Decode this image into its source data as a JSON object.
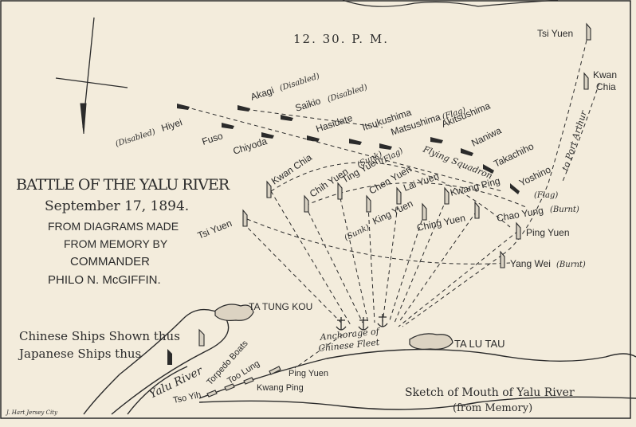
{
  "time": "12. 30. P. M.",
  "title": {
    "main": "BATTLE OF THE YALU RIVER",
    "date": "September 17, 1894.",
    "line1": "FROM DIAGRAMS MADE",
    "line2": "FROM MEMORY BY",
    "line3": "COMMANDER",
    "line4": "PHILO N. McGIFFIN."
  },
  "legend": {
    "chinese": "Chinese Ships Shown thus",
    "japanese": "Japanese Ships thus"
  },
  "colors": {
    "paper": "#f3ecdc",
    "ink": "#2b2b2b",
    "chinese_fill": "#d9d2c3"
  },
  "japanese_ships": {
    "hiyei": "Hiyei",
    "hiyei_note": "(Disabled)",
    "akagi": "Akagi",
    "akagi_note": "(Disabled)",
    "saikio": "Saikio",
    "saikio_note": "(Disabled)",
    "fuso": "Fuso",
    "chiyoda": "Chiyoda",
    "hasidate": "Hasidate",
    "itsukushima": "Itsukushima",
    "matsushima": "Matsushima",
    "matsushima_note": "(Flag)",
    "akitsushima": "Akitsushima",
    "flying_squadron": "Flying Squadron",
    "naniwa": "Naniwa",
    "takachiho": "Takachiho",
    "yoshino": "Yoshino",
    "yoshino_note": "(Flag)"
  },
  "chinese_ships": {
    "tsi_yuen_top": "Tsi Yuen",
    "kwan_chia_top_1": "Kwan",
    "kwan_chia_top_2": "Chia",
    "to_port_arthur": "to Port Arthur",
    "kwan_chia": "Kwan Chia",
    "chih_yuen": "Chih Yuen",
    "chih_yuen_note": "(Sunk)",
    "ting_yuen": "Ting Yuen",
    "ting_yuen_note": "(Flag)",
    "chen_yuen": "Chen Yuen",
    "lai_yuen": "Lai Yuen",
    "kwang_ping": "Kwang Ping",
    "tsi_yuen": "Tsi Yuen",
    "king_yuen_note": "(Sunk)",
    "king_yuen": "King Yuen",
    "ching_yuen": "Ching Yuen",
    "chao_yung": "Chao Yung",
    "chao_yung_note": "(Burnt)",
    "ping_yuen": "Ping Yuen",
    "yang_wei": "Yang Wei",
    "yang_wei_note": "(Burnt)"
  },
  "places": {
    "ta_tung_kou": "TA TUNG KOU",
    "ta_lu_tau": "TA LU TAU",
    "anchorage_1": "Anchorage of",
    "anchorage_2": "Chinese Fleet",
    "yalu_river": "Yalu River",
    "torpedo_boats": "Torpedo Boats",
    "too_lung": "Too Lung",
    "ping_yuen_boat": "Ping Yuen",
    "tso_yih": "Tso Yih",
    "kwang_ping_boat": "Kwang Ping",
    "sketch_1": "Sketch of Mouth of Yalu River",
    "sketch_2": "(from Memory)",
    "engraver": "J. Hart  Jersey City"
  }
}
